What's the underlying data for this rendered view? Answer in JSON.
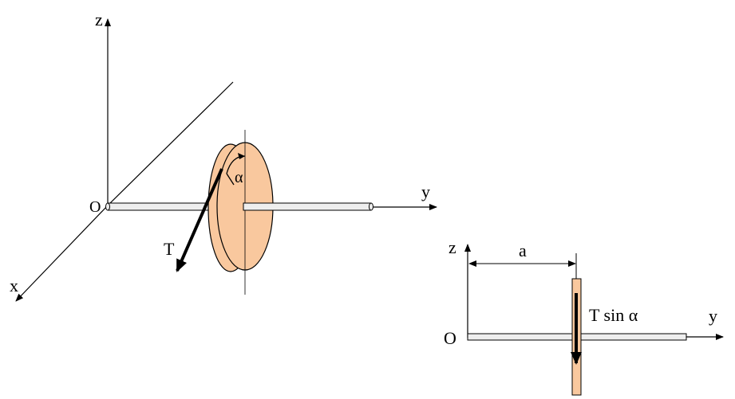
{
  "figure_3d": {
    "axis_z_label": "z",
    "axis_y_label": "y",
    "axis_x_label": "x",
    "origin_label": "O",
    "force_label": "T",
    "angle_label": "α"
  },
  "figure_side": {
    "axis_z_label": "z",
    "axis_y_label": "y",
    "origin_label": "O",
    "distance_label": "a",
    "force_component_label": "T sin α"
  },
  "colors": {
    "disk_fill": "#F9C89E",
    "disk_stroke": "#000000",
    "shaft_fill": "#EEEEEE",
    "line": "#000000"
  }
}
